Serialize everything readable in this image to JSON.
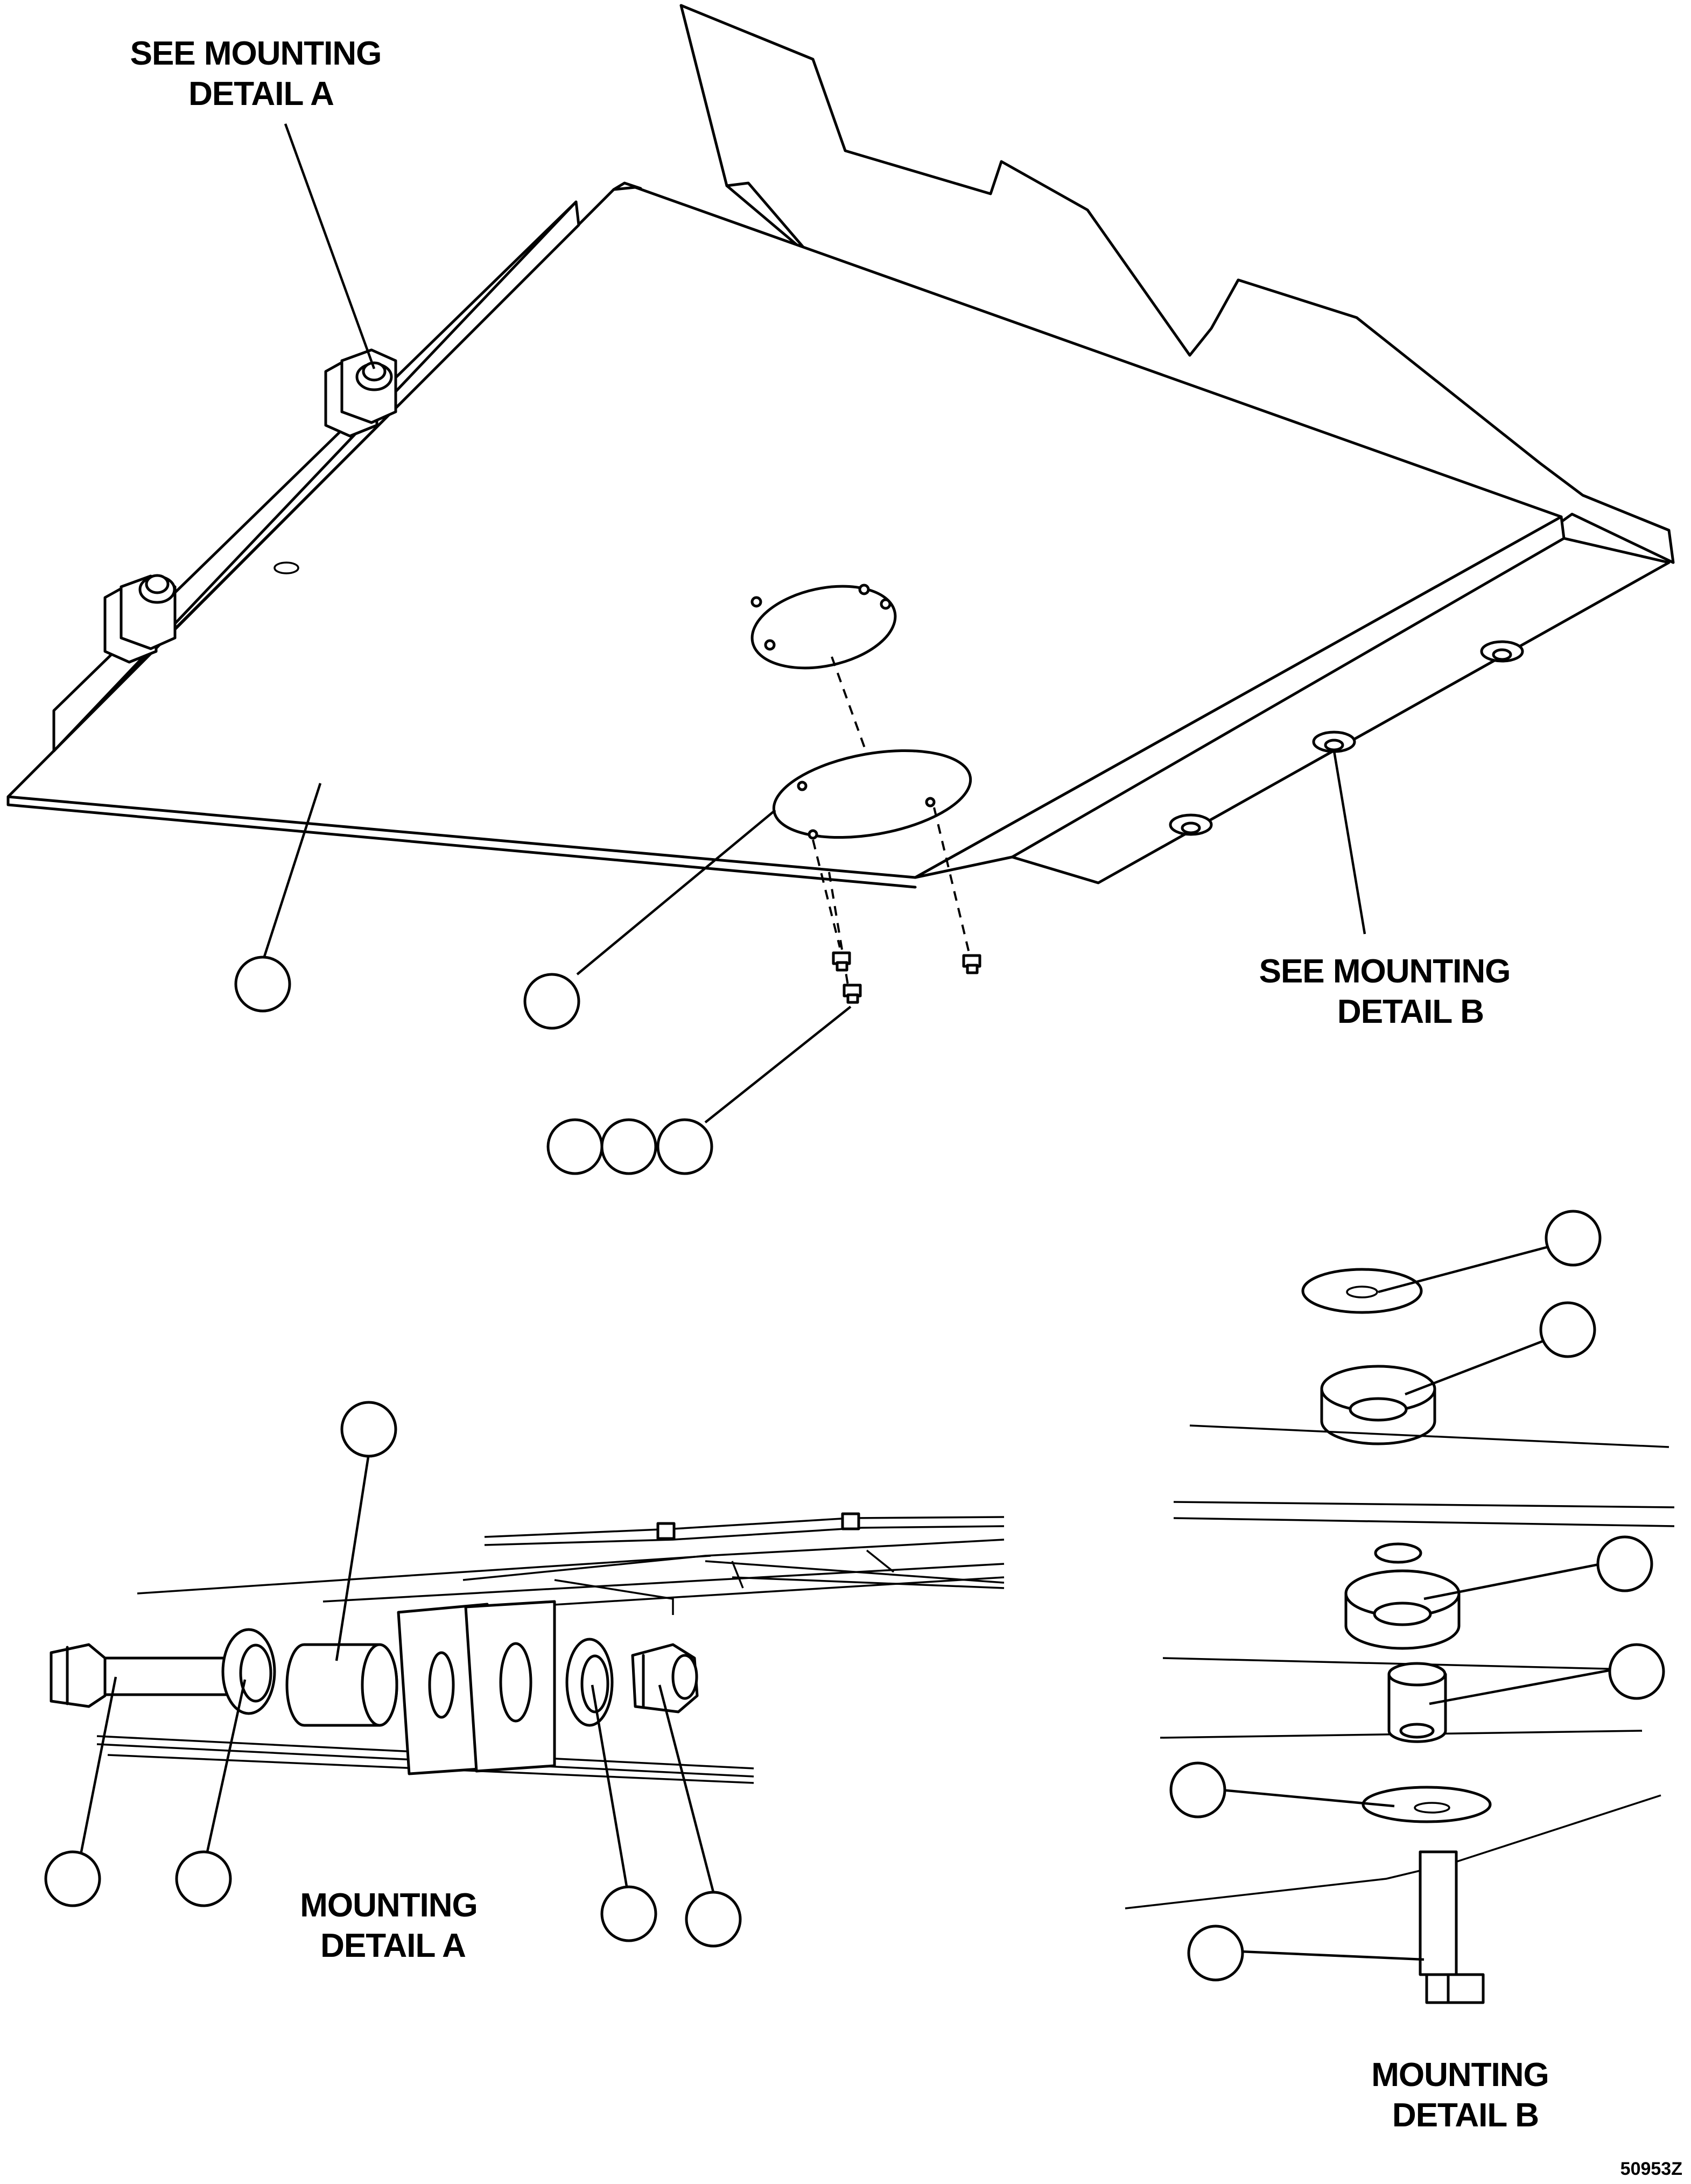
{
  "labels": {
    "see_detail_a_line1": "SEE MOUNTING",
    "see_detail_a_line2": "DETAIL A",
    "see_detail_b_line1": "SEE MOUNTING",
    "see_detail_b_line2": "DETAIL B",
    "detail_a_line1": "MOUNTING",
    "detail_a_line2": "DETAIL A",
    "detail_b_line1": "MOUNTING",
    "detail_b_line2": "DETAIL B"
  },
  "drawing_number": "50953Z",
  "colors": {
    "line": "#000000",
    "background": "#ffffff"
  }
}
